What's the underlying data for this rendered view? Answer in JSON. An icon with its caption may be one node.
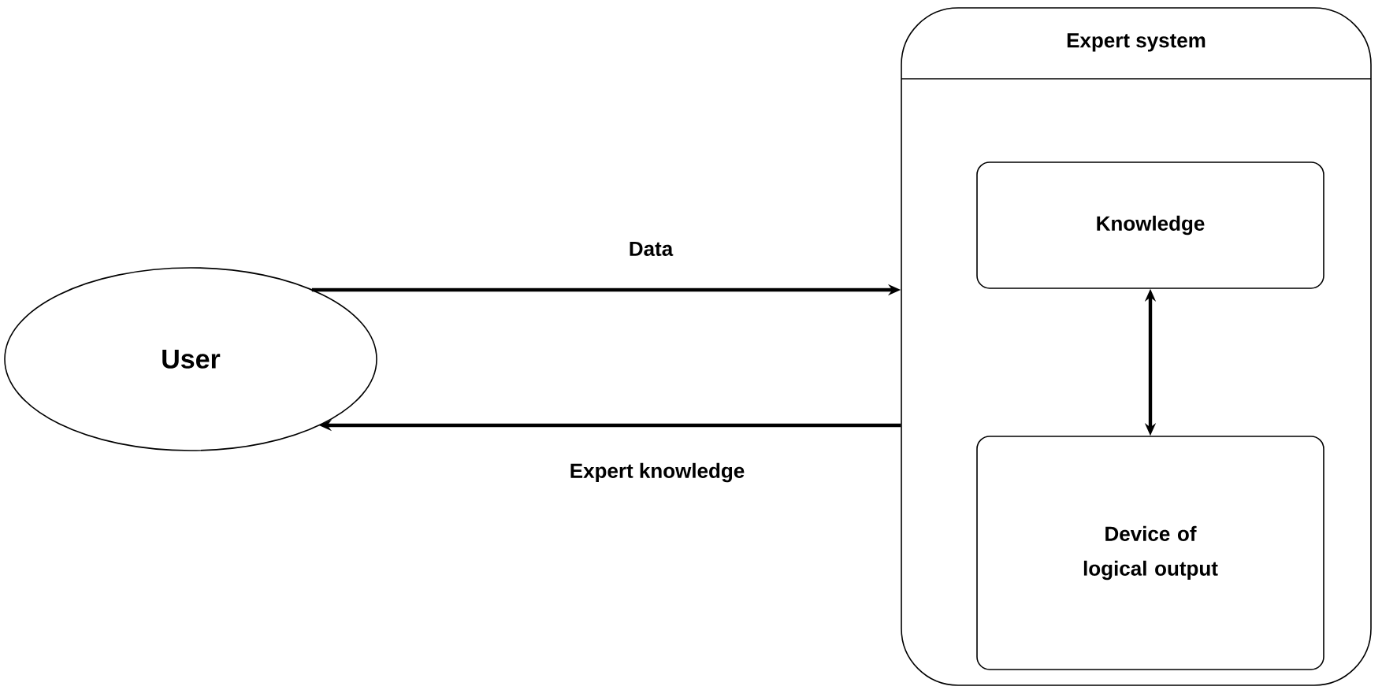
{
  "diagram": {
    "nodes": [
      {
        "text": [
          "User"
        ]
      },
      {
        "text": [
          "Expert system"
        ]
      },
      {
        "text": [
          "Knowledge"
        ],
        "in": 1
      },
      {
        "text": [
          "Device of logical output"
        ],
        "in": 1
      }
    ],
    "edges": [
      {
        "from": 0,
        "to": 1,
        "arrow": "to",
        "label": "Data"
      },
      {
        "from": 1,
        "to": 0,
        "arrow": "to",
        "label": "Expert knowledge"
      },
      {
        "from": 2,
        "to": 3,
        "arrow": "both"
      }
    ]
  }
}
